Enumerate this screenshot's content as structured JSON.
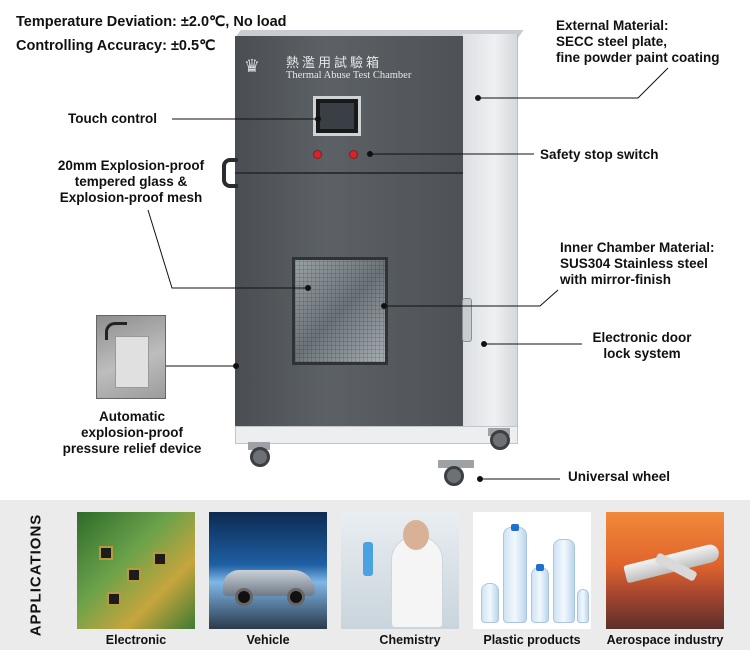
{
  "specs": {
    "temperature_deviation": "Temperature Deviation: ±2.0℃, No load",
    "controlling_accuracy": "Controlling Accuracy: ±0.5℃"
  },
  "machine": {
    "brand_cn": "熱濫用試驗箱",
    "brand_en": "Thermal Abuse Test Chamber"
  },
  "callouts": {
    "external_material": "External Material:\nSECC steel plate,\nfine powder paint coating",
    "touch_control": "Touch control",
    "safety_stop": "Safety stop switch",
    "glass": "20mm Explosion-proof\ntempered glass &\nExplosion-proof mesh",
    "inner_chamber": "Inner Chamber Material:\nSUS304 Stainless steel\nwith mirror-finish",
    "door_lock": "Electronic door\nlock system",
    "pressure_relief": "Automatic\nexplosion-proof\npressure relief device",
    "universal_wheel": "Universal wheel"
  },
  "applications": {
    "title": "APPLICATIONS",
    "items": [
      {
        "label": "Electronic",
        "icon": "circuit-board-image"
      },
      {
        "label": "Vehicle",
        "icon": "car-image"
      },
      {
        "label": "Chemistry",
        "icon": "chemist-image"
      },
      {
        "label": "Plastic products",
        "icon": "bottles-image"
      },
      {
        "label": "Aerospace industry",
        "icon": "airplane-image"
      }
    ]
  }
}
